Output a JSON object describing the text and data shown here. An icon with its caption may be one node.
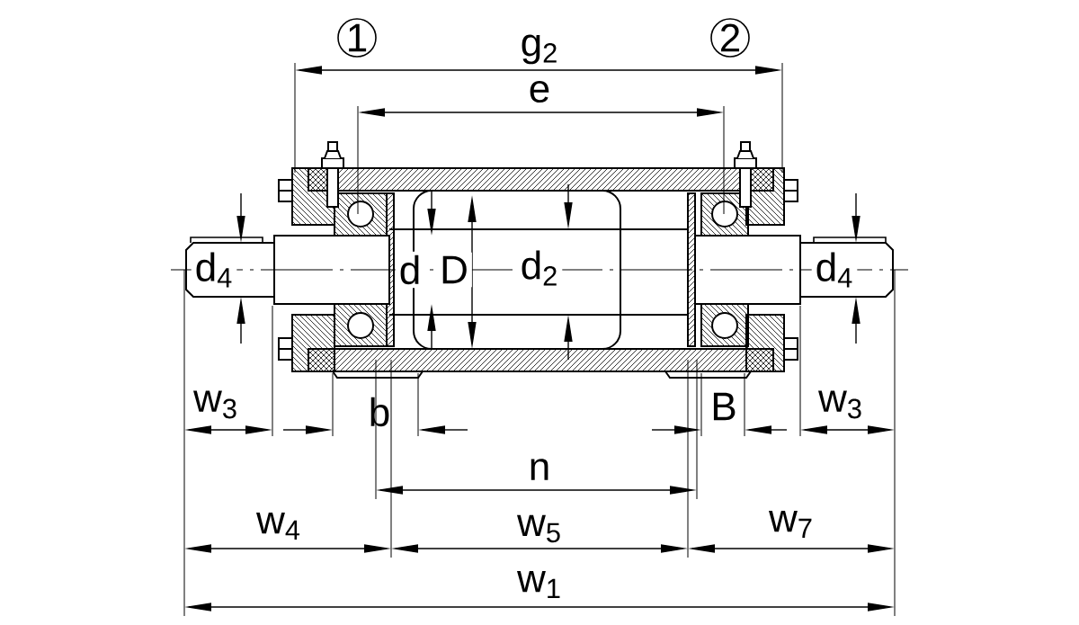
{
  "diagram": {
    "nodes": [
      {
        "text": [
          "1"
        ]
      },
      {
        "text": [
          "2"
        ]
      }
    ],
    "labels": [
      "g$_{2}$",
      "e",
      "d$_{4}$",
      "d",
      "D",
      "d$_{2}$",
      "d$_{4}$",
      "w$_{3}$",
      "b",
      "B",
      "w$_{3}$",
      "n",
      "w$_{4}$",
      "w$_{5}$",
      "w$_{7}$",
      "w$_{1}$"
    ]
  }
}
